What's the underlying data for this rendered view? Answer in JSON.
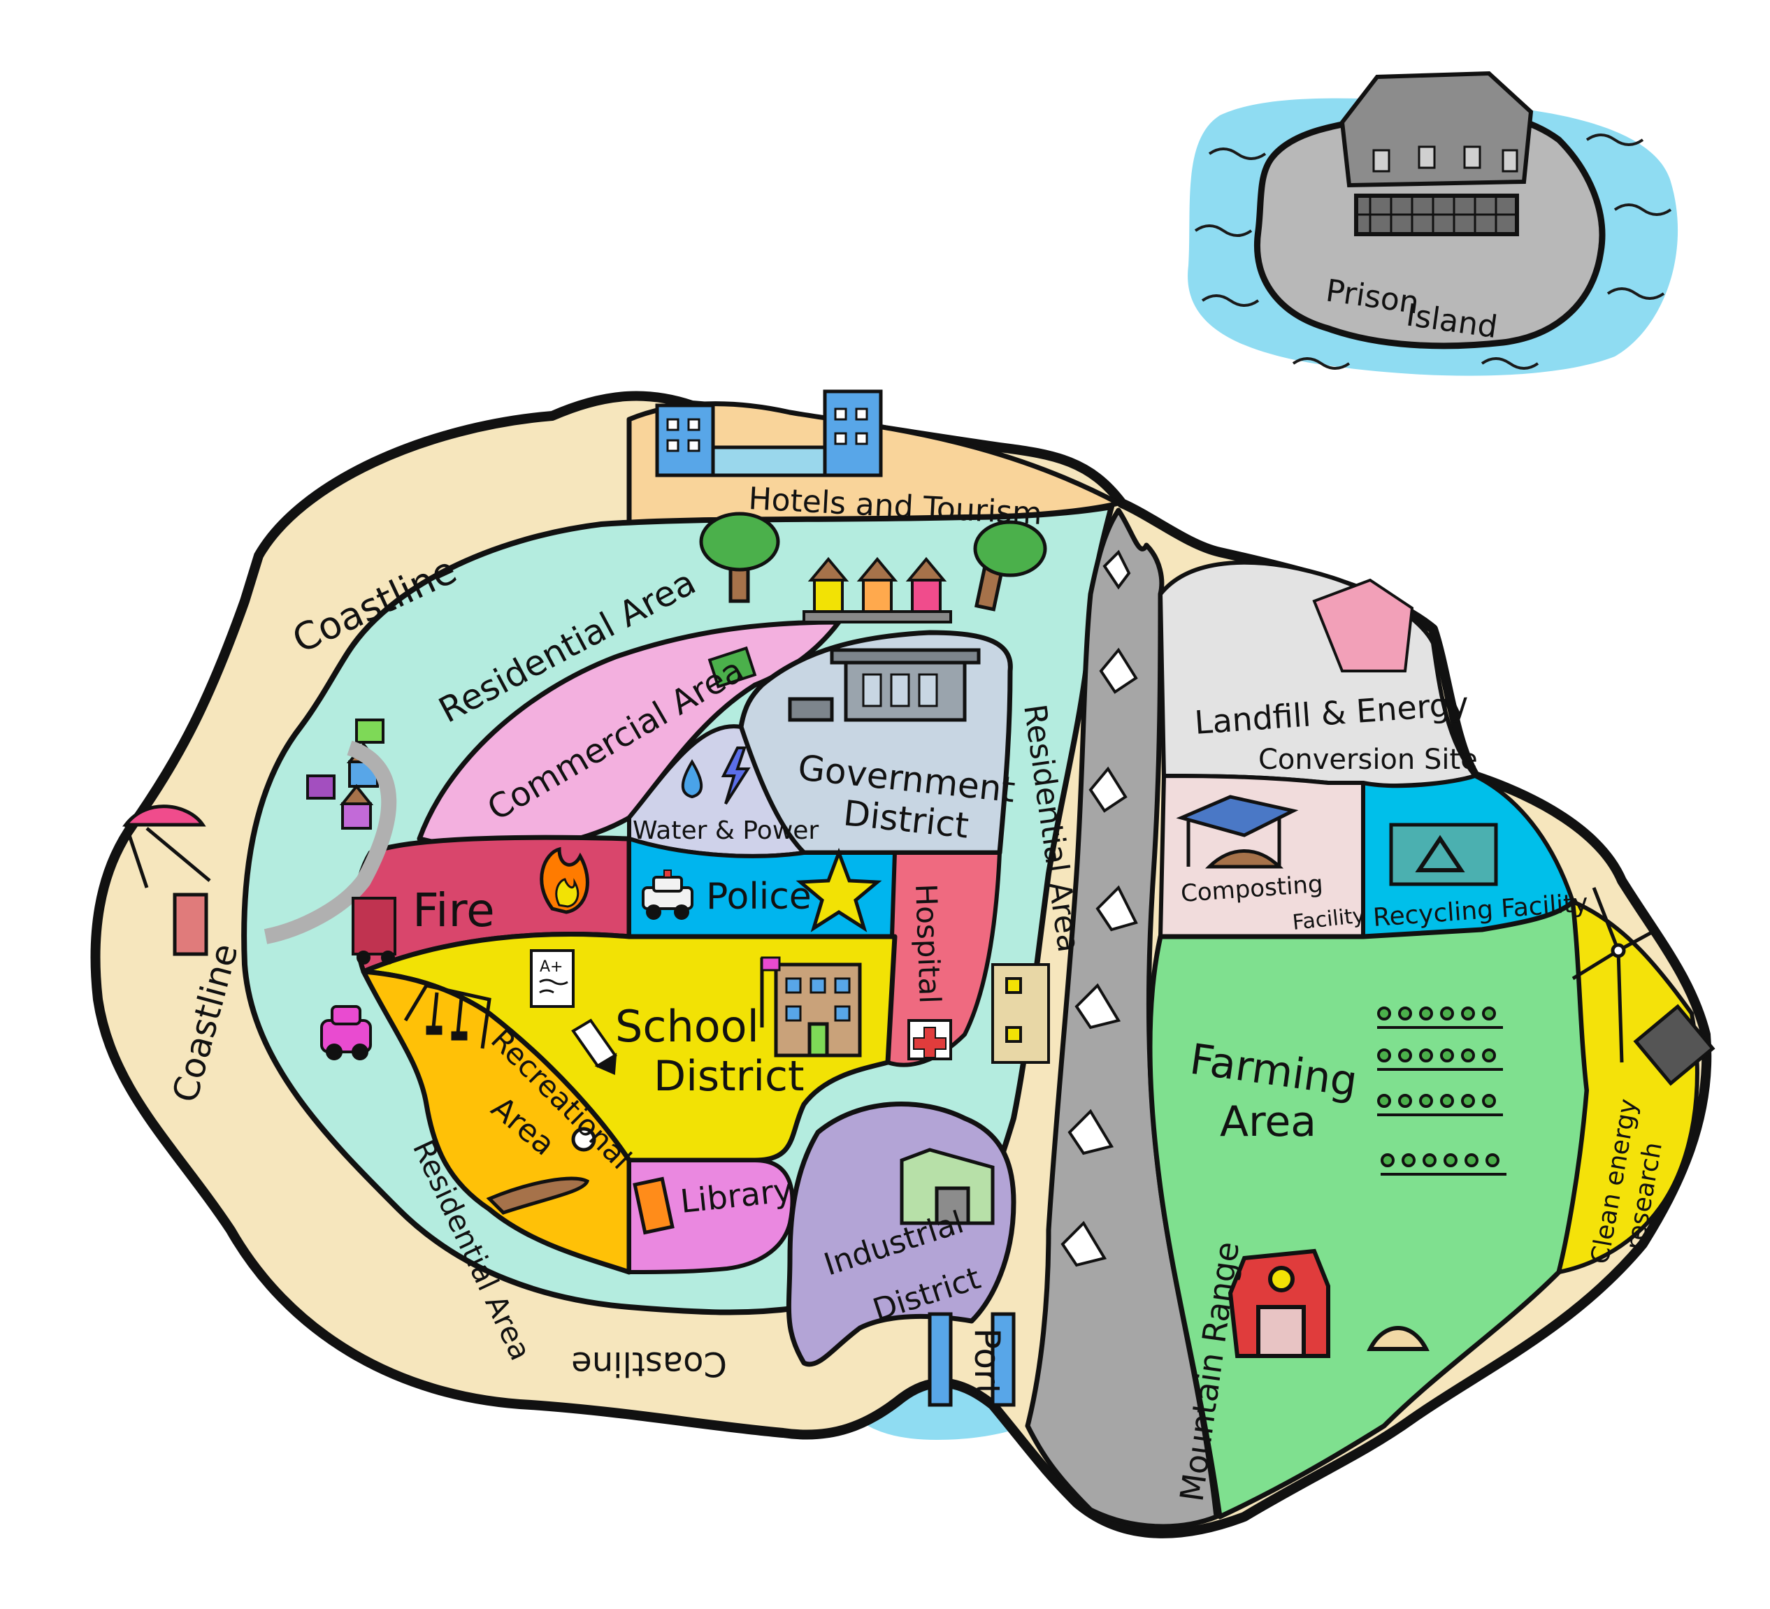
{
  "colors": {
    "coastline": "#f6e6bd",
    "hotels": "#f9d49a",
    "residential": "#b4ecdf",
    "commercial": "#f3b0df",
    "government": "#c8d6e3",
    "water_power": "#cfd2ea",
    "fire": "#d9466c",
    "police": "#00b5ee",
    "hospital": "#ef6a80",
    "school": "#f2e205",
    "recreational": "#ffc107",
    "library": "#ea88e0",
    "industrial": "#b3a4d6",
    "mountain": "#a6a6a6",
    "landfill": "#e3e3e3",
    "composting": "#f1dcdc",
    "recycling": "#00bfea",
    "farming": "#7fe08f",
    "clean_energy": "#f4e20a",
    "water": "#8fdcf2",
    "prison": "#b8b8b8"
  },
  "labels": {
    "prison_island": [
      "Prison",
      "Island"
    ],
    "hotels": "Hotels and Tourism",
    "coastline": "Coastline",
    "residential": "Residential Area",
    "commercial": "Commercial Area",
    "government": [
      "Government",
      "District"
    ],
    "water_power": "Water & Power",
    "fire": "Fire",
    "police": "Police",
    "hospital": "Hospital",
    "school": [
      "School",
      "District"
    ],
    "recreational": [
      "Recreational",
      "Area"
    ],
    "library": "Library",
    "industrial": [
      "Industrial",
      "District"
    ],
    "port": "Port",
    "mountain": "Mountain Range",
    "landfill": [
      "Landfill & Energy",
      "Conversion Site"
    ],
    "composting": [
      "Composting",
      "Facility"
    ],
    "recycling": "Recycling Facility",
    "farming": [
      "Farming",
      "Area"
    ],
    "clean_energy": [
      "Clean energy",
      "research"
    ]
  },
  "icons": [
    "prison-building-icon",
    "hotel-building-icon",
    "tree-icon",
    "house-icon",
    "beach-umbrella-icon",
    "car-icon",
    "fire-truck-icon",
    "flame-icon",
    "police-car-icon",
    "sheriff-star-icon",
    "water-drop-icon",
    "lightning-icon",
    "medical-cross-icon",
    "government-building-icon",
    "school-building-icon",
    "report-card-icon",
    "pencil-icon",
    "swing-set-icon",
    "baseball-bat-icon",
    "book-icon",
    "factory-icon",
    "store-icon",
    "compost-shelter-icon",
    "recycling-icon",
    "barn-icon",
    "wind-turbine-icon",
    "solar-panel-icon",
    "crop-row-icon",
    "landfill-building-icon"
  ]
}
